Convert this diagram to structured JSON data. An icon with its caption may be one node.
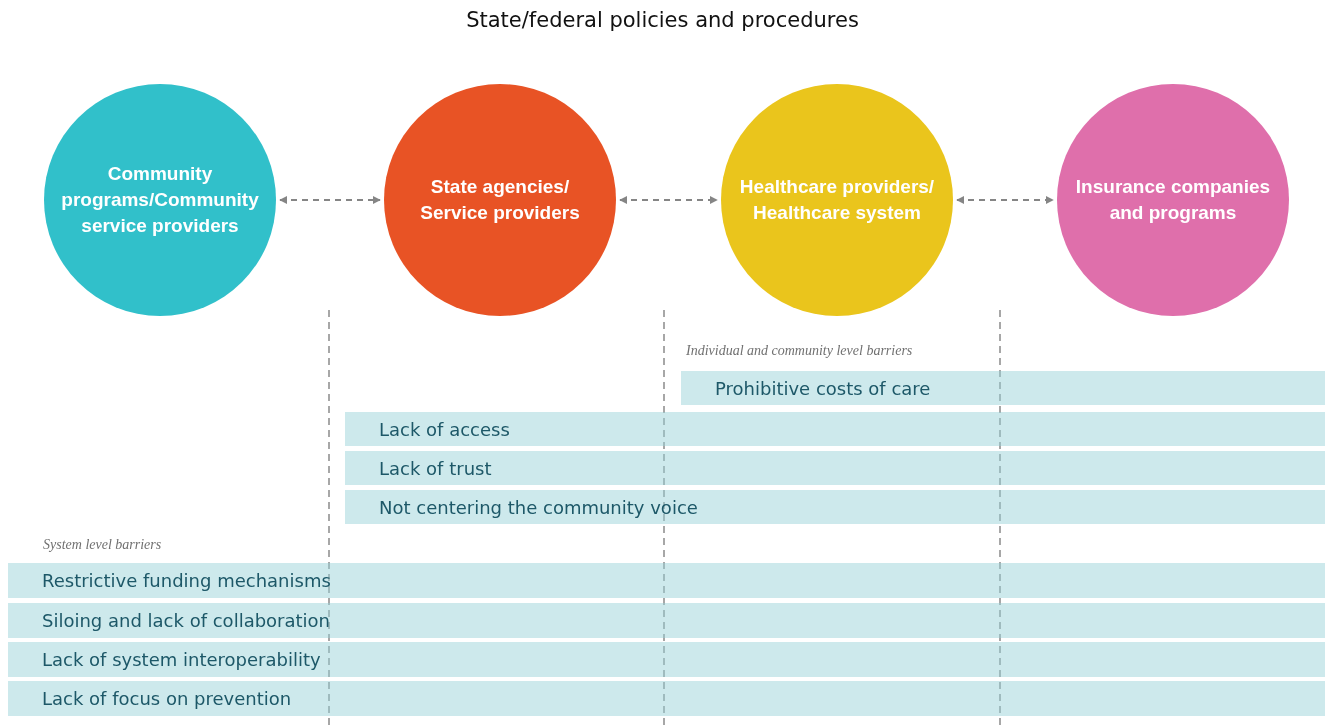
{
  "diagram": {
    "title": "State/federal policies and procedures",
    "nodes": [
      {
        "text": [
          "Community programs/Community service providers"
        ]
      },
      {
        "text": [
          "State agencies/ Service providers"
        ]
      },
      {
        "text": [
          "Healthcare providers/ Healthcare system"
        ]
      },
      {
        "text": [
          "Insurance companies and programs"
        ]
      },
      {
        "text": [
          "Prohibitive costs of care"
        ]
      },
      {
        "text": [
          "Lack of access"
        ]
      },
      {
        "text": [
          "Lack of trust"
        ]
      },
      {
        "text": [
          "Not centering the community voice"
        ]
      },
      {
        "text": [
          "Restrictive funding mechanisms"
        ]
      },
      {
        "text": [
          "Siloing and lack of collaboration"
        ]
      },
      {
        "text": [
          "Lack of system interoperability"
        ]
      },
      {
        "text": [
          "Lack of focus on prevention"
        ]
      }
    ],
    "edges": [
      {
        "from": 0,
        "to": 1,
        "arrow": "both",
        "style": "dashed"
      },
      {
        "from": 1,
        "to": 2,
        "arrow": "both",
        "style": "dashed"
      },
      {
        "from": 2,
        "to": 3,
        "arrow": "both",
        "style": "dashed"
      }
    ],
    "labels": [
      "Individual and community level barriers",
      "System level barriers"
    ]
  }
}
